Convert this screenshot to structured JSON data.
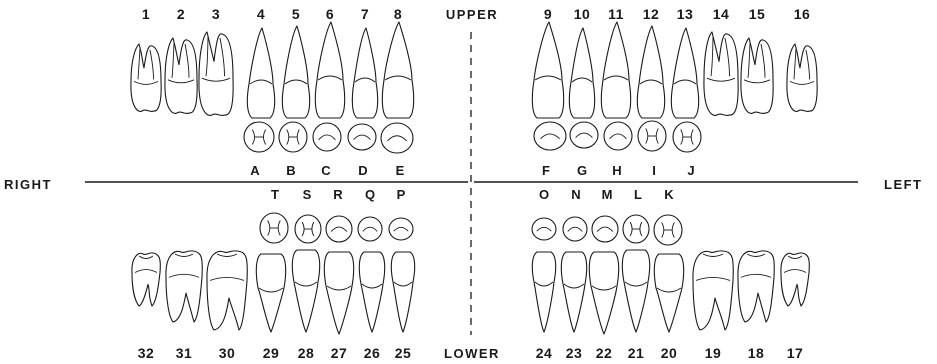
{
  "labels": {
    "upper": "UPPER",
    "lower": "LOWER",
    "right": "RIGHT",
    "left": "LEFT"
  },
  "upper_permanent": [
    "1",
    "2",
    "3",
    "4",
    "5",
    "6",
    "7",
    "8",
    "9",
    "10",
    "11",
    "12",
    "13",
    "14",
    "15",
    "16"
  ],
  "lower_permanent": [
    "32",
    "31",
    "30",
    "29",
    "28",
    "27",
    "26",
    "25",
    "24",
    "23",
    "22",
    "21",
    "20",
    "19",
    "18",
    "17"
  ],
  "upper_primary": [
    "A",
    "B",
    "C",
    "D",
    "E",
    "F",
    "G",
    "H",
    "I",
    "J"
  ],
  "lower_primary": [
    "T",
    "S",
    "R",
    "Q",
    "P",
    "O",
    "N",
    "M",
    "L",
    "K"
  ],
  "colors": {
    "ink": "#1a1a1a",
    "background": "#ffffff"
  }
}
